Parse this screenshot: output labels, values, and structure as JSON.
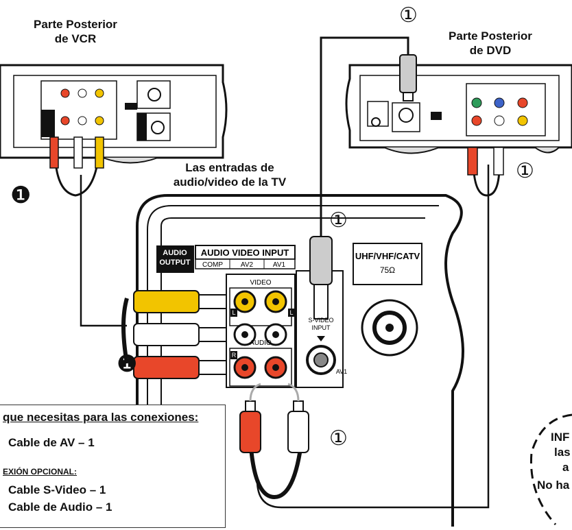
{
  "labels": {
    "vcr_rear": "Parte Posterior\nde VCR",
    "dvd_rear": "Parte Posterior\nde DVD",
    "tv_inputs": "Las entradas de\naudio/video de la TV"
  },
  "markers": {
    "filled": "❶",
    "outline": "①"
  },
  "tv_panel": {
    "audio_output": "AUDIO\nOUTPUT",
    "audio_video_input": "AUDIO VIDEO INPUT",
    "comp": "COMP",
    "av2": "AV2",
    "av1": "AV1",
    "video": "VIDEO",
    "audio": "AUDIO",
    "l": "L",
    "r": "R",
    "svideo_input": "S-VIDEO\nINPUT",
    "svideo_av1": "AV1",
    "rf_label": "UHF/VHF/CATV",
    "rf_impedance": "75Ω"
  },
  "needs_box": {
    "title": "que necesitas para las conexiones:",
    "item1": "Cable de AV – 1",
    "optional": "EXIÓN OPCIONAL:",
    "item2": "Cable S-Video – 1",
    "item3": "Cable de Audio – 1"
  },
  "bubble": {
    "line1": "INF",
    "line2": "las",
    "line3": "a",
    "line4": "No ha"
  },
  "colors": {
    "yellow": "#f2c400",
    "white": "#ffffff",
    "red": "#e8472a",
    "line": "#111111"
  }
}
